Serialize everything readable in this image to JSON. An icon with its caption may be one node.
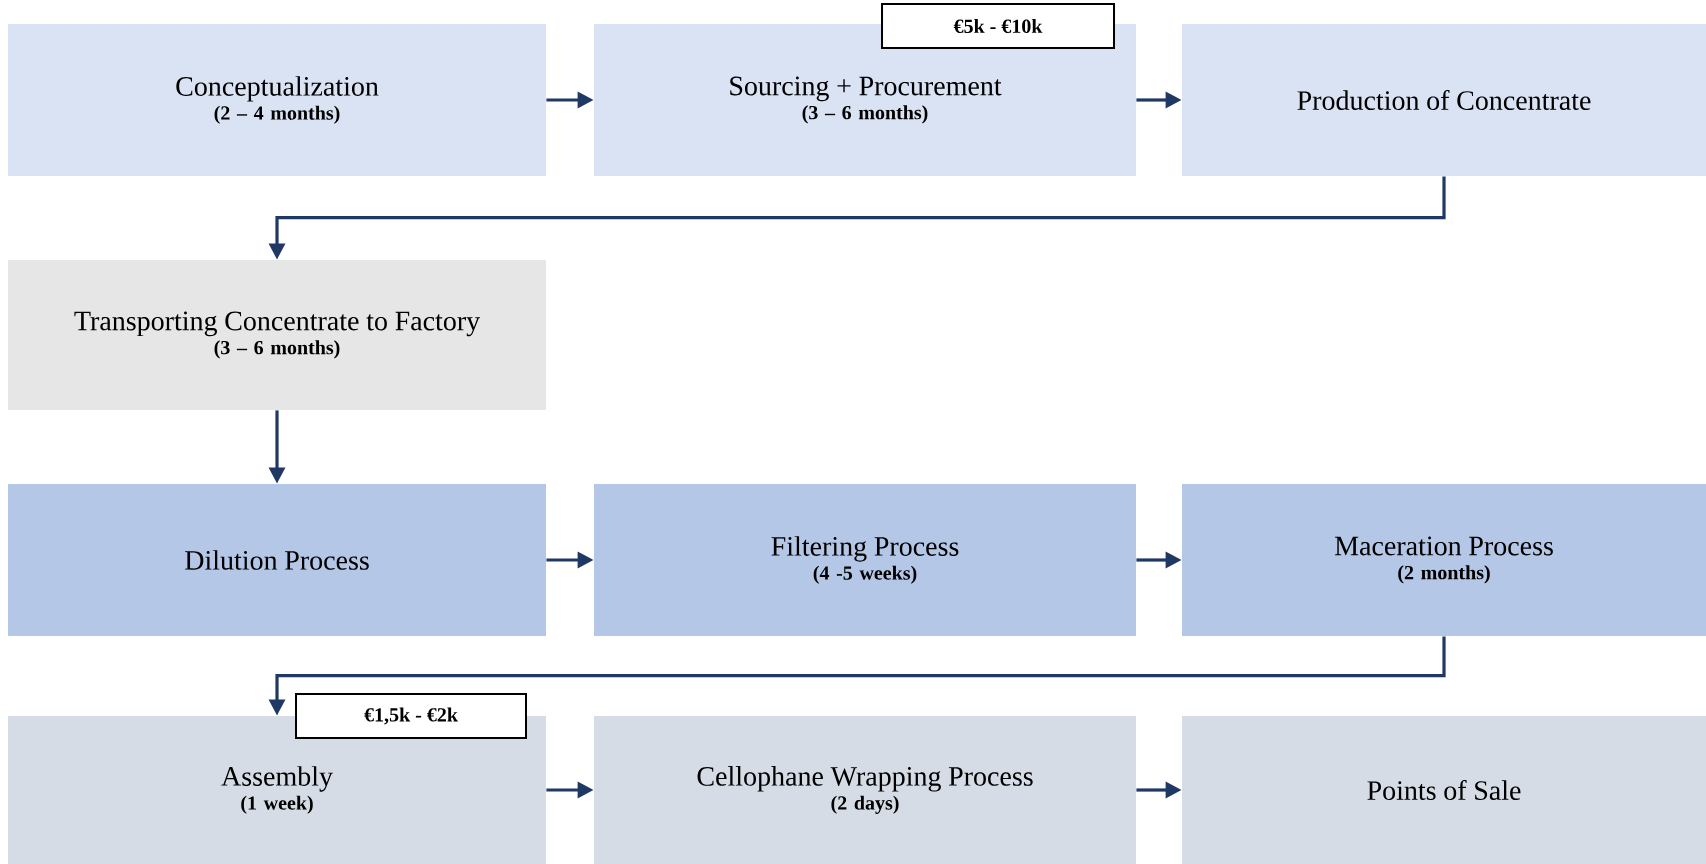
{
  "diagram": {
    "nodes": [
      {
        "text": [
          "Conceptualization",
          "(2 – 4 months)"
        ]
      },
      {
        "text": [
          "€5k - €10k"
        ]
      },
      {
        "text": [
          "Sourcing + Procurement",
          "(3 – 6 months)"
        ]
      },
      {
        "text": [
          "Production of Concentrate"
        ]
      },
      {
        "text": [
          "Transporting Concentrate to Factory",
          "(3 – 6 months)"
        ]
      },
      {
        "text": [
          "Dilution Process"
        ]
      },
      {
        "text": [
          "Filtering Process",
          "(4 -5 weeks)"
        ]
      },
      {
        "text": [
          "Maceration Process",
          "(2 months)"
        ]
      },
      {
        "text": [
          "€1,5k - €2k"
        ]
      },
      {
        "text": [
          "Assembly",
          "(1 week)"
        ]
      },
      {
        "text": [
          "Cellophane Wrapping Process",
          "(2 days)"
        ]
      },
      {
        "text": [
          "Points of Sale"
        ]
      }
    ],
    "edges": [
      {
        "from": 0,
        "to": 2,
        "arrow": "to"
      },
      {
        "from": 2,
        "to": 3,
        "arrow": "to"
      },
      {
        "from": 3,
        "to": 4,
        "arrow": "to"
      },
      {
        "from": 4,
        "to": 5,
        "arrow": "to"
      },
      {
        "from": 5,
        "to": 6,
        "arrow": "to"
      },
      {
        "from": 6,
        "to": 7,
        "arrow": "to"
      },
      {
        "from": 7,
        "to": 9,
        "arrow": "to"
      },
      {
        "from": 9,
        "to": 10,
        "arrow": "to"
      },
      {
        "from": 10,
        "to": 11,
        "arrow": "to"
      }
    ]
  }
}
